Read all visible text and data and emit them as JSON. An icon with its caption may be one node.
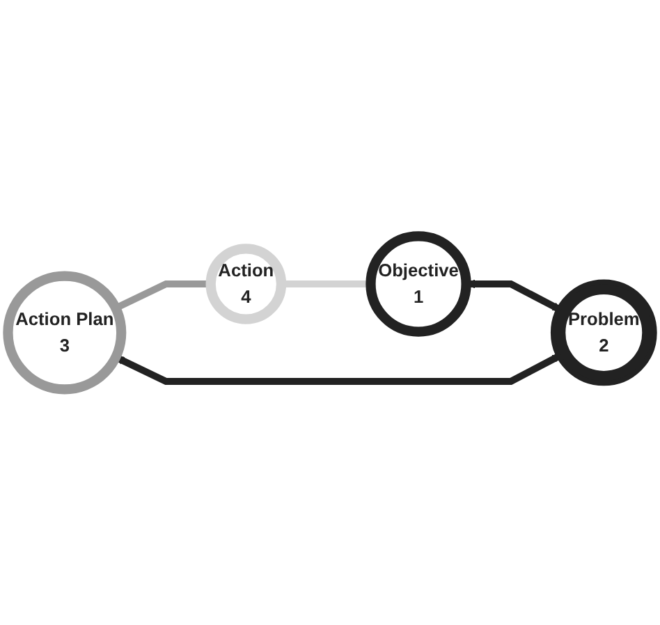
{
  "diagram": {
    "nodes": [
      {
        "text": [
          "Action Plan",
          "3"
        ]
      },
      {
        "text": [
          "Action",
          "4"
        ]
      },
      {
        "text": [
          "Problem",
          "2"
        ]
      },
      {
        "text": [
          "Objective",
          "1"
        ]
      }
    ],
    "edges": [
      {
        "from": 0,
        "to": 1,
        "arrow": "none",
        "color": "#999999"
      },
      {
        "from": 1,
        "to": 3,
        "arrow": "none",
        "color": "#d3d3d3"
      },
      {
        "from": 3,
        "to": 2,
        "arrow": "both"
      },
      {
        "from": 2,
        "to": 0,
        "arrow": "both"
      }
    ]
  }
}
